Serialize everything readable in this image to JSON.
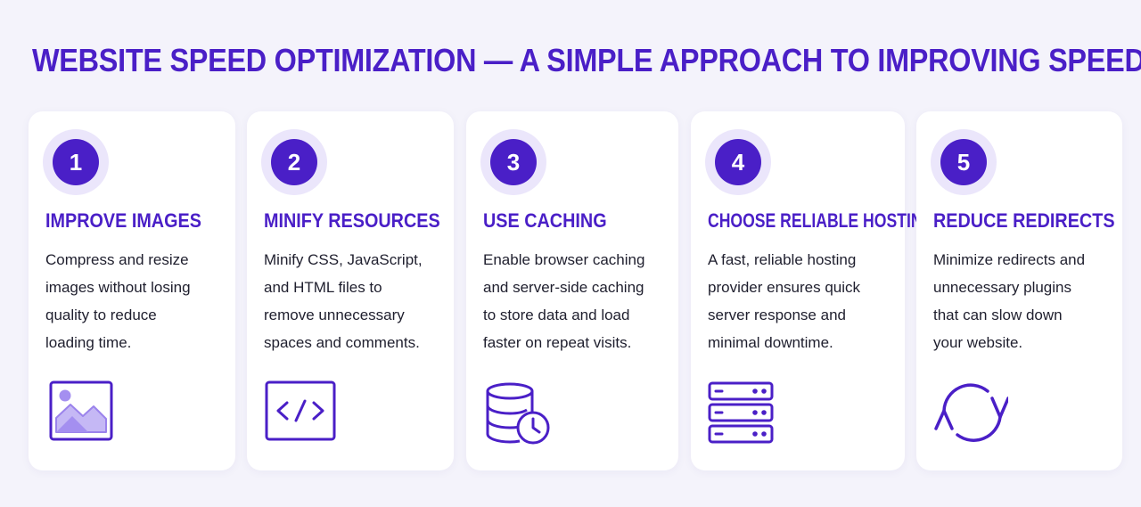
{
  "page": {
    "title": "WEBSITE SPEED OPTIMIZATION — A SIMPLE APPROACH TO IMPROVING SPEED",
    "accent_color": "#4a1fc7",
    "background_color": "#f4f3fb"
  },
  "cards": [
    {
      "number": "1",
      "title": "IMPROVE IMAGES",
      "description": "Compress and resize\nimages without losing\nquality to reduce\nloading time.",
      "icon": "image-icon"
    },
    {
      "number": "2",
      "title": "MINIFY RESOURCES",
      "description": "Minify CSS, JavaScript,\nand HTML files to\nremove unnecessary\nspaces and comments.",
      "icon": "code-icon"
    },
    {
      "number": "3",
      "title": "USE CACHING",
      "description": "Enable browser caching\nand server-side caching\nto store data and load\nfaster on repeat visits.",
      "icon": "database-clock-icon"
    },
    {
      "number": "4",
      "title": "CHOOSE RELIABLE HOSTING",
      "description": "A fast, reliable hosting\nprovider ensures quick\nserver response and\nminimal downtime.",
      "icon": "server-icon"
    },
    {
      "number": "5",
      "title": "REDUCE REDIRECTS",
      "description": "Minimize redirects and\nunnecessary plugins\nthat can slow down\nyour website.",
      "icon": "refresh-icon"
    }
  ]
}
